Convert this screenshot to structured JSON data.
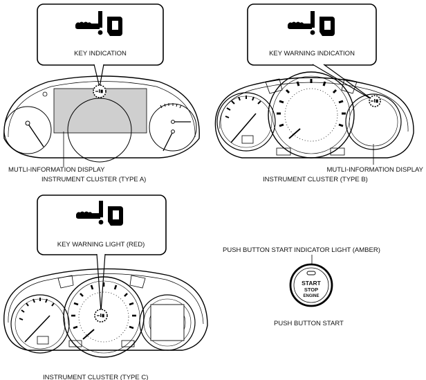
{
  "callouts": {
    "a": "KEY INDICATION",
    "b": "KEY WARNING INDICATION",
    "c": "KEY WARNING LIGHT (RED)"
  },
  "labels": {
    "mid_a": "MUTLI-INFORMATION DISPLAY",
    "cluster_a": "INSTRUMENT CLUSTER (TYPE A)",
    "mid_b": "MUTLI-INFORMATION DISPLAY",
    "cluster_b": "INSTRUMENT CLUSTER (TYPE B)",
    "cluster_c": "INSTRUMENT CLUSTER (TYPE C)",
    "indicator_light": "PUSH BUTTON START INDICATOR LIGHT (AMBER)",
    "push_button": "PUSH BUTTON START"
  },
  "push_button": {
    "line1": "START",
    "line2": "STOP",
    "line3": "ENGINE"
  },
  "icons": {
    "key_warning": "key-warning-icon"
  }
}
